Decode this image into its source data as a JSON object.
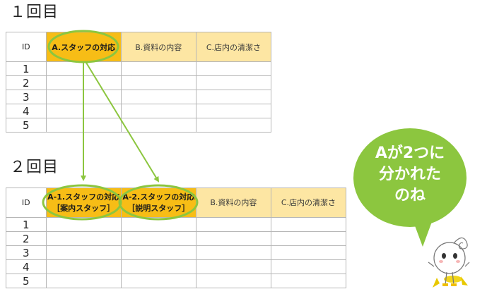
{
  "round1": {
    "heading": "１回目",
    "id_header": "ID",
    "columns": [
      "A.スタッフの対応",
      "B.資料の内容",
      "C.店内の清潔さ"
    ],
    "rows": [
      "1",
      "2",
      "3",
      "4",
      "5"
    ]
  },
  "round2": {
    "heading": "２回目",
    "id_header": "ID",
    "columns": [
      {
        "line1": "A-1.スタッフの対応",
        "line2": "［案内スタッフ］"
      },
      {
        "line1": "A-2.スタッフの対応",
        "line2": "［説明スタッフ］"
      },
      {
        "line1": "B.資料の内容",
        "line2": ""
      },
      {
        "line1": "C.店内の清潔さ",
        "line2": ""
      }
    ],
    "rows": [
      "1",
      "2",
      "3",
      "4",
      "5"
    ]
  },
  "bubble": {
    "lines": [
      "Aが2つに",
      "分かれた",
      "のね"
    ]
  },
  "colors": {
    "highlight": "#f7bd16",
    "pale": "#fde6a3",
    "arrow": "#8cc63f",
    "bubble": "#8cc63f"
  }
}
